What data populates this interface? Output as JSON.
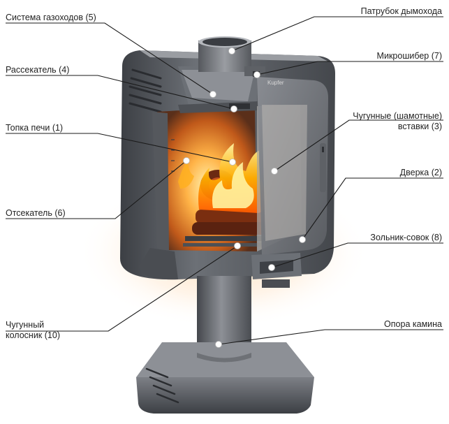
{
  "labels": {
    "gas_ducts": "Система газоходов (5)",
    "chimney_pipe": "Патрубок дымохода",
    "spreader": "Рассекатель (4)",
    "micro_damper": "Микрошибер (7)",
    "firebox": "Топка печи (1)",
    "cast_iron_inserts_line1": "Чугунные (шамотные)",
    "cast_iron_inserts_line2": "вставки (3)",
    "door": "Дверка (2)",
    "deflector": "Отсекатель (6)",
    "ash_pan": "Зольник-совок (8)",
    "grate_line1": "Чугунный",
    "grate_line2": "колосник (10)",
    "support": "Опора камина"
  },
  "door_brand": "Kupfer",
  "colors": {
    "body_dark": "#4a4d52",
    "body_light": "#8a8d92",
    "leader_line": "#1a1a1a",
    "marker_dot": "#ffffff",
    "fire": "#ff8a00"
  }
}
